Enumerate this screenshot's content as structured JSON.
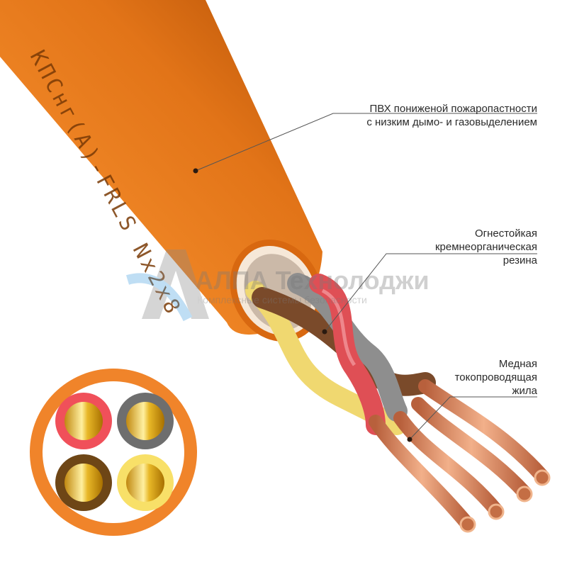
{
  "cable_marking": "КПСнг(А)-FRLS Nx2x8",
  "watermark": {
    "brand": "АЛПА Технолоджи",
    "tagline": "Комплексные системы безопасности"
  },
  "callouts": {
    "sheath": {
      "line1": "ПВХ пониженой пожаропастности",
      "line2": "с низким дымо- и газовыделением"
    },
    "insulation": {
      "line1": "Огнестойкая",
      "line2": "кремнеорганическая",
      "line3": "резина"
    },
    "conductor": {
      "line1": "Медная",
      "line2": "токопроводящая",
      "line3": "жила"
    }
  },
  "colors": {
    "sheath": "#e0741a",
    "sheath_dark": "#b85408",
    "core_red": "#e0525a",
    "core_gray": "#8c8c8c",
    "core_brown": "#7a4a2a",
    "core_yellow": "#f2dc78",
    "copper": "#d98a60",
    "gold": "#e0b020",
    "leader": "#555555"
  }
}
